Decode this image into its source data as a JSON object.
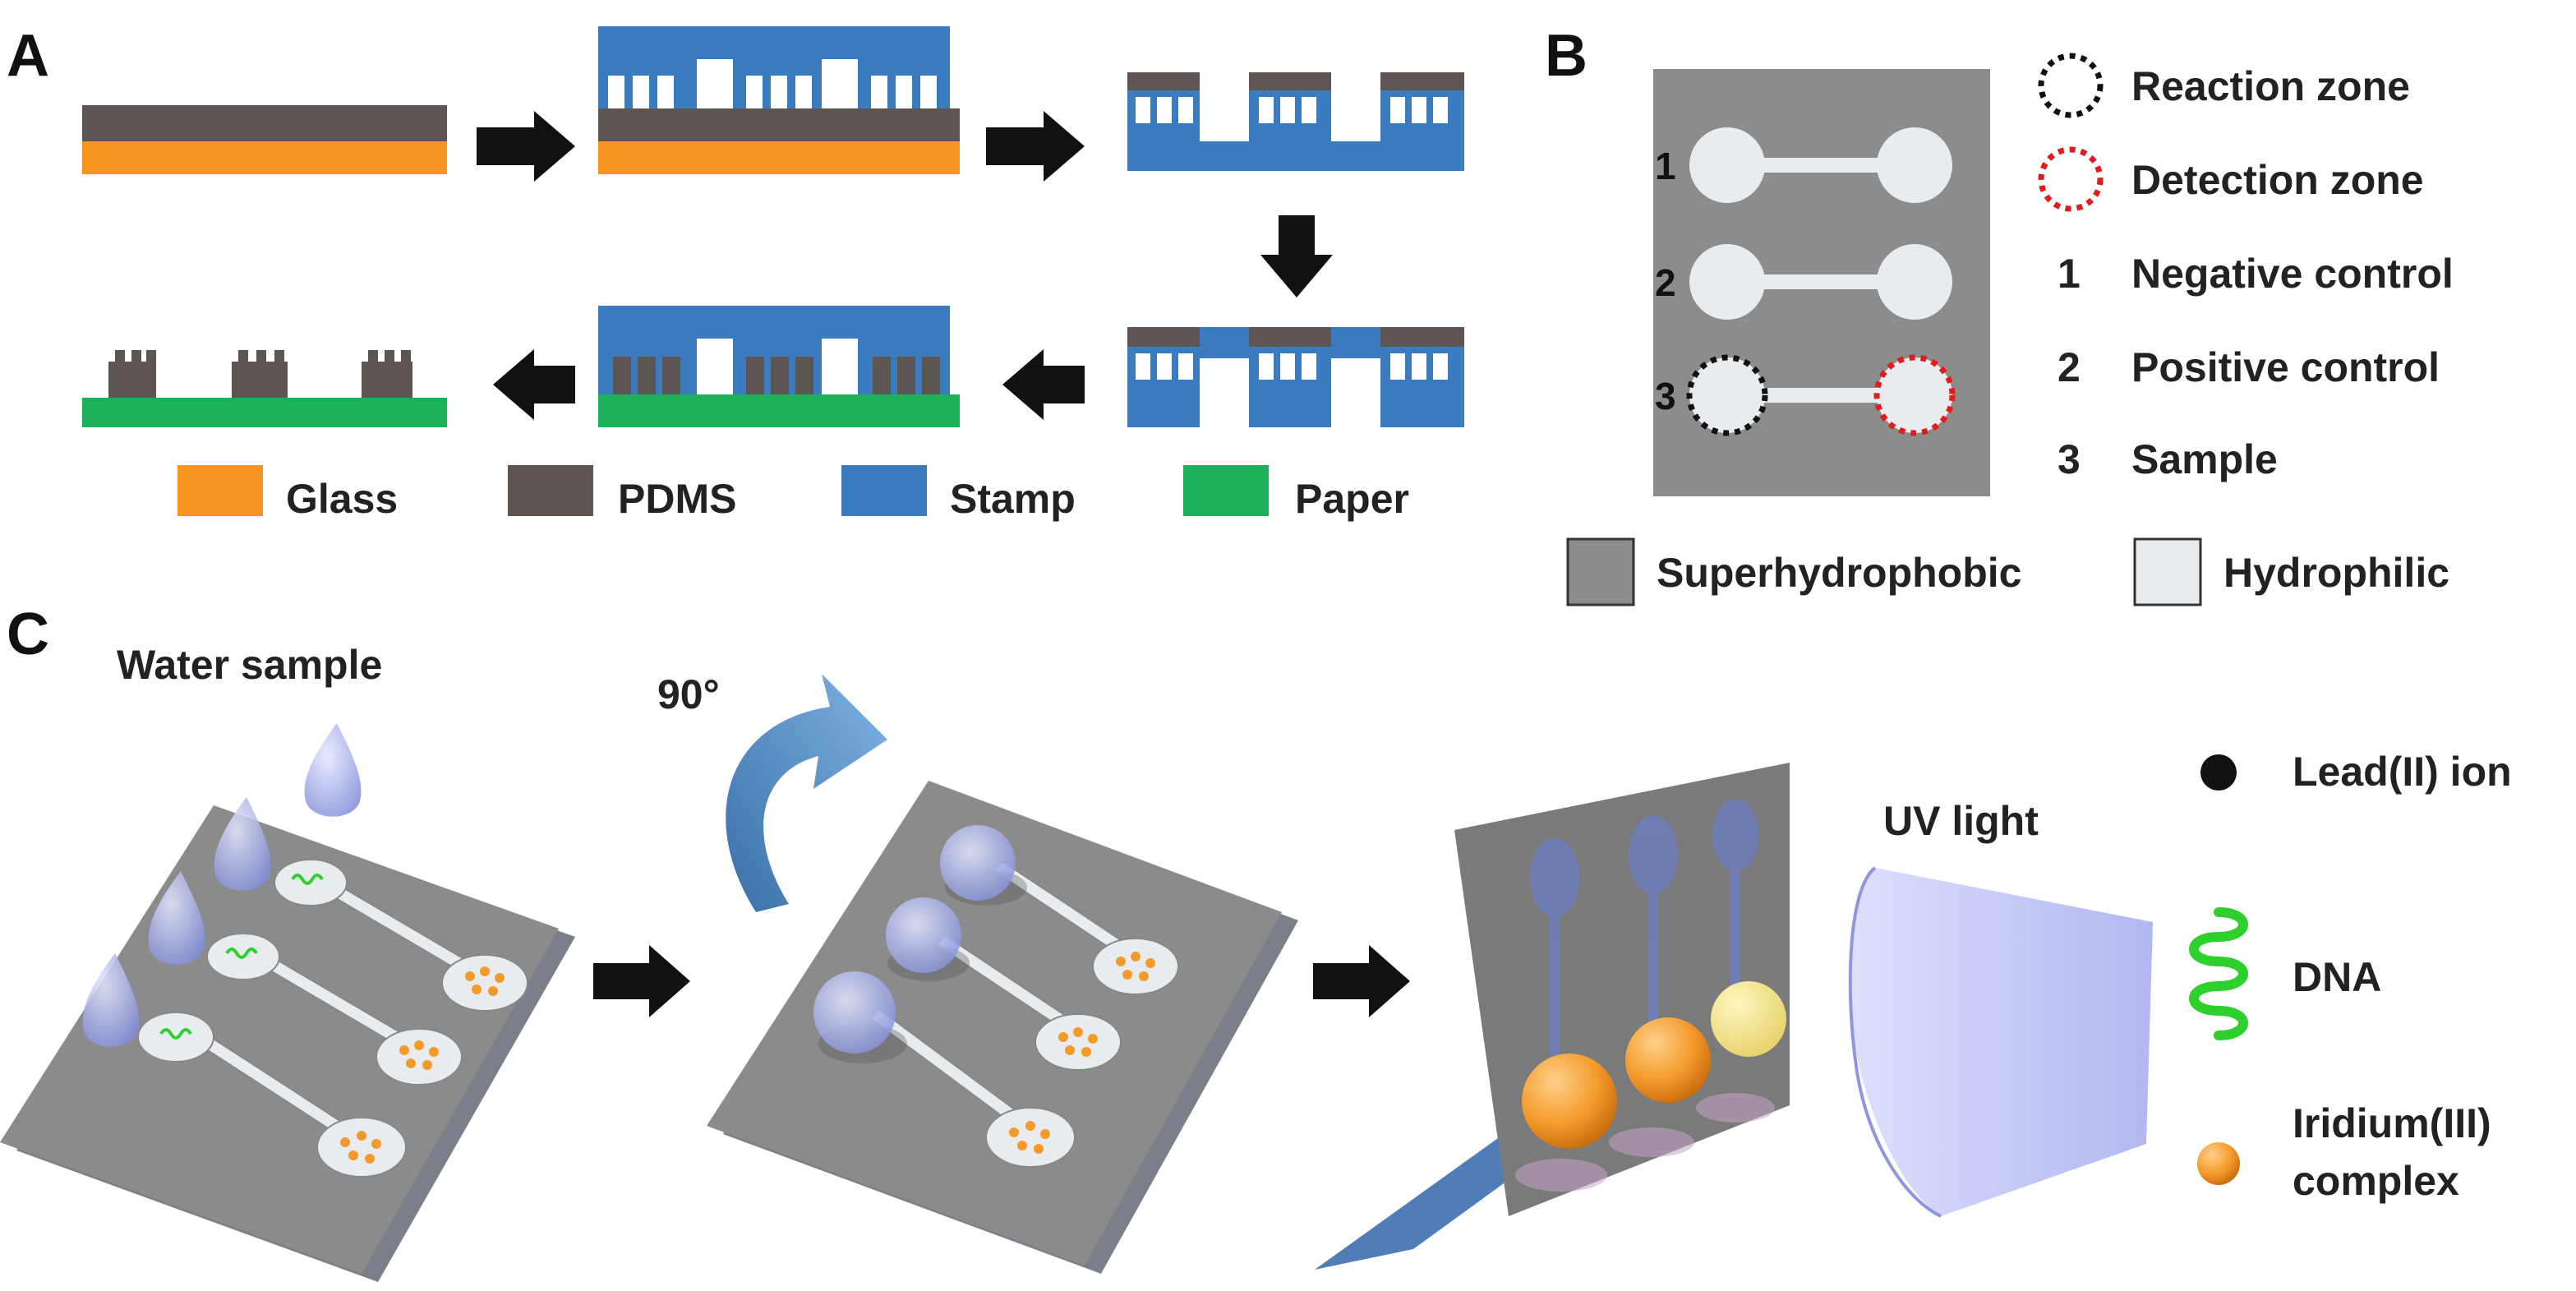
{
  "panels": {
    "a": "A",
    "b": "B",
    "c": "C"
  },
  "colors": {
    "glass": "#F5941E",
    "pdms": "#5C5552",
    "stamp": "#3B7BBF",
    "paper": "#1DB05A",
    "superhydrophobic": "#8C8C8C",
    "hydrophilic": "#E8ECEE",
    "reaction_ring": "#111111",
    "detection_ring": "#E21C1C",
    "uv": "#A9AFF2",
    "iridium": "#F39A2A",
    "dna": "#2ED02E"
  },
  "panel_a": {
    "legend": [
      {
        "key": "glass",
        "label": "Glass"
      },
      {
        "key": "pdms",
        "label": "PDMS"
      },
      {
        "key": "stamp",
        "label": "Stamp"
      },
      {
        "key": "paper",
        "label": "Paper"
      }
    ]
  },
  "panel_b": {
    "channel_numbers": [
      "1",
      "2",
      "3"
    ],
    "legend": [
      {
        "symbol": "reaction-ring",
        "label": "Reaction zone"
      },
      {
        "symbol": "detection-ring",
        "label": "Detection zone"
      },
      {
        "num": "1",
        "label": "Negative control"
      },
      {
        "num": "2",
        "label": "Positive control"
      },
      {
        "num": "3",
        "label": "Sample"
      }
    ],
    "surface_legend": [
      {
        "key": "superhydrophobic",
        "label": "Superhydrophobic"
      },
      {
        "key": "hydrophilic",
        "label": "Hydrophilic"
      }
    ]
  },
  "panel_c": {
    "water_sample": "Water sample",
    "rotation": "90°",
    "uv_light": "UV light",
    "legend": [
      {
        "symbol": "lead-dot",
        "label": "Lead(II) ion"
      },
      {
        "symbol": "dna-helix",
        "label": "DNA"
      },
      {
        "symbol": "iridium-ball",
        "label": "Iridium(III)",
        "label2": "complex"
      }
    ]
  }
}
